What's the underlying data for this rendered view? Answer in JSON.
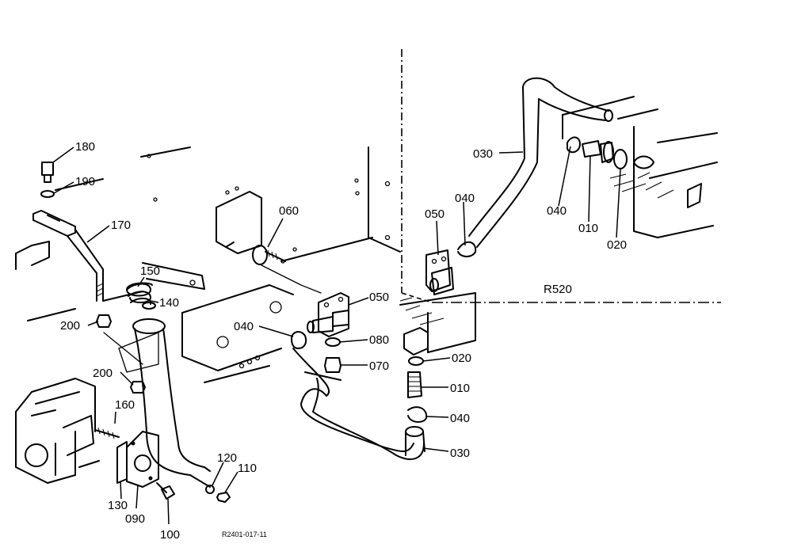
{
  "diagram": {
    "model_label": "R520",
    "drawing_code": "R2401-017-11",
    "callouts": [
      {
        "id": "c180",
        "text": "180"
      },
      {
        "id": "c190",
        "text": "190"
      },
      {
        "id": "c170",
        "text": "170"
      },
      {
        "id": "c150",
        "text": "150"
      },
      {
        "id": "c140",
        "text": "140"
      },
      {
        "id": "c200a",
        "text": "200"
      },
      {
        "id": "c200b",
        "text": "200"
      },
      {
        "id": "c160",
        "text": "160"
      },
      {
        "id": "c130",
        "text": "130"
      },
      {
        "id": "c090",
        "text": "090"
      },
      {
        "id": "c100",
        "text": "100"
      },
      {
        "id": "c120",
        "text": "120"
      },
      {
        "id": "c110",
        "text": "110"
      },
      {
        "id": "c060",
        "text": "060"
      },
      {
        "id": "c050a",
        "text": "050"
      },
      {
        "id": "c040a",
        "text": "040"
      },
      {
        "id": "c080",
        "text": "080"
      },
      {
        "id": "c070",
        "text": "070"
      },
      {
        "id": "c020a",
        "text": "020"
      },
      {
        "id": "c010a",
        "text": "010"
      },
      {
        "id": "c040b",
        "text": "040"
      },
      {
        "id": "c030a",
        "text": "030"
      },
      {
        "id": "c030b",
        "text": "030"
      },
      {
        "id": "c050b",
        "text": "050"
      },
      {
        "id": "c040c",
        "text": "040"
      },
      {
        "id": "c040d",
        "text": "040"
      },
      {
        "id": "c010b",
        "text": "010"
      },
      {
        "id": "c020b",
        "text": "020"
      }
    ]
  }
}
